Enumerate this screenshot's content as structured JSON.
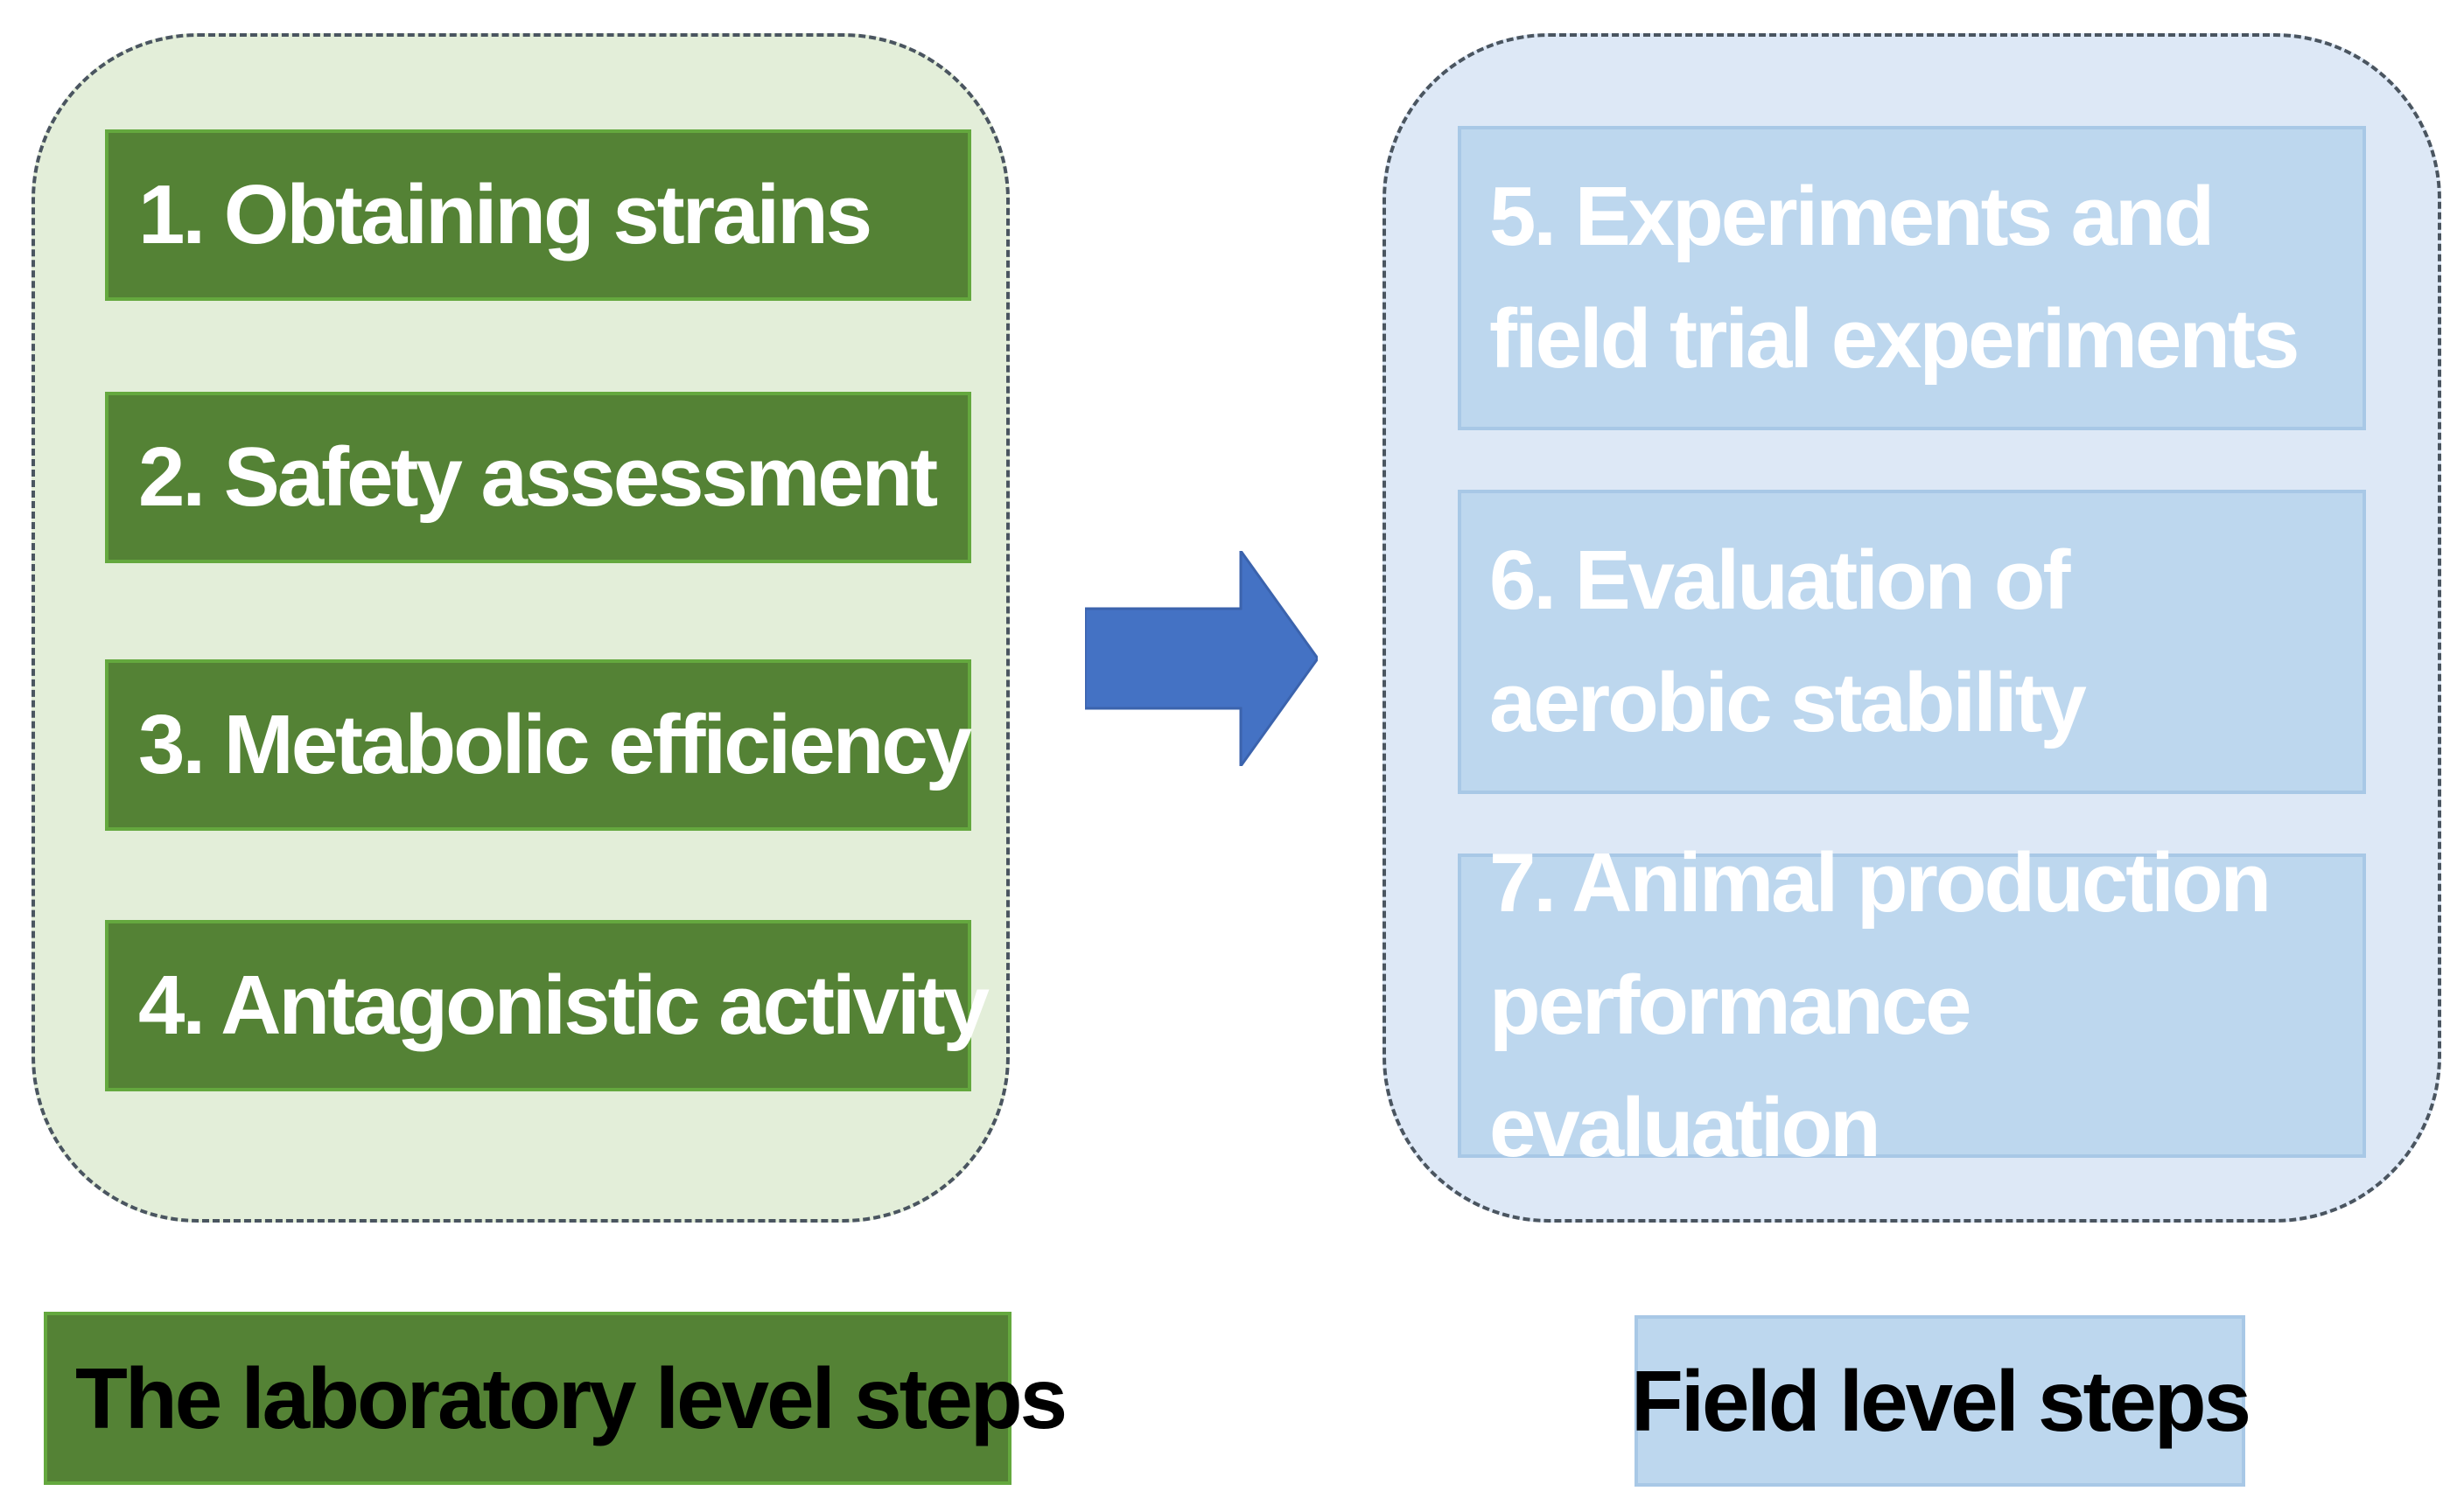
{
  "laboratory": {
    "steps": [
      {
        "label": "1. Obtaining strains"
      },
      {
        "label": "2. Safety assessment"
      },
      {
        "label": "3. Metabolic efficiency"
      },
      {
        "label": "4. Antagonistic activity"
      }
    ],
    "legend": "The laboratory level steps"
  },
  "field": {
    "steps": [
      {
        "label": "5. Experiments and field trial experiments"
      },
      {
        "label": "6. Evaluation of aerobic stability"
      },
      {
        "label": "7. Animal production performance evaluation"
      }
    ],
    "legend": "Field level steps"
  },
  "colors": {
    "lab_box": "#548235",
    "lab_group_bg": "#e3eed9",
    "field_box": "#bdd7ee",
    "field_group_bg": "#dde8f6",
    "arrow": "#4472c4"
  },
  "icons": {
    "flow_arrow": "right-arrow-icon"
  }
}
